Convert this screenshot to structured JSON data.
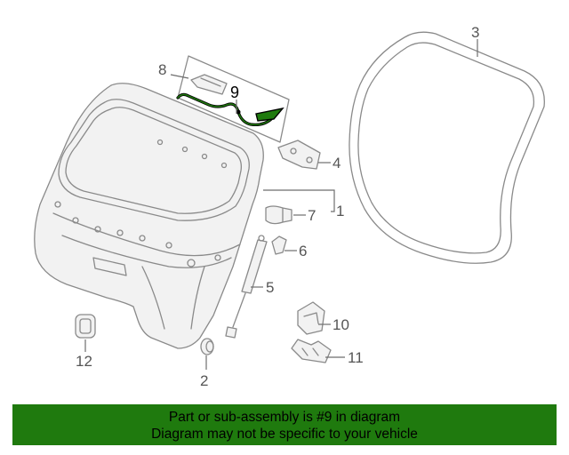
{
  "callouts": {
    "c1": "1",
    "c2": "2",
    "c3": "3",
    "c4": "4",
    "c5": "5",
    "c6": "6",
    "c7": "7",
    "c8": "8",
    "c9": "9",
    "c10": "10",
    "c11": "11",
    "c12": "12"
  },
  "highlight": {
    "part": "9",
    "color": "#1f7a0e"
  },
  "banner": {
    "line1": "Part or sub-assembly is #9 in diagram",
    "line2": "Diagram may not be specific to your vehicle",
    "background": "#1f7a0e"
  }
}
